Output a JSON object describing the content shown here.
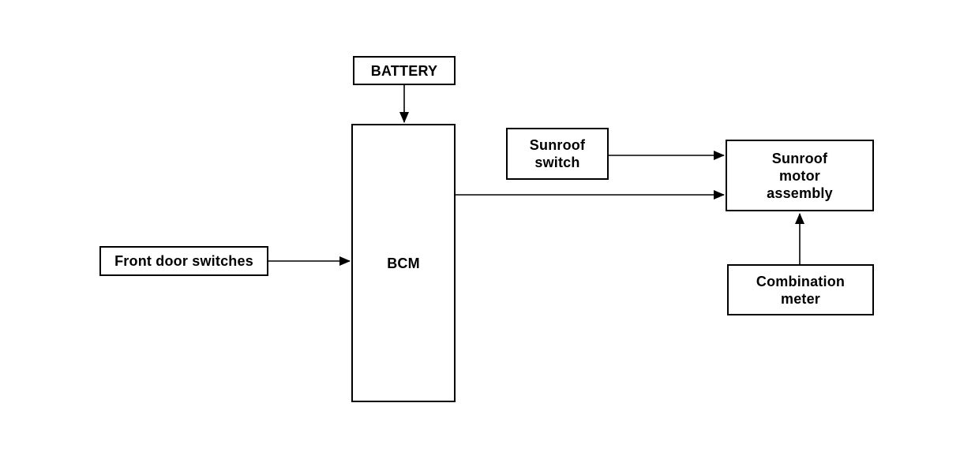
{
  "diagram": {
    "type": "block-diagram",
    "background_color": "#ffffff",
    "line_color": "#000000",
    "nodes": {
      "battery": {
        "label": "BATTERY"
      },
      "bcm": {
        "label": "BCM"
      },
      "sunroof_switch": {
        "label": "Sunroof\nswitch"
      },
      "sunroof_motor_assembly": {
        "label": "Sunroof\nmotor\nassembly"
      },
      "combination_meter": {
        "label": "Combination\nmeter"
      },
      "front_door_switches": {
        "label": "Front door switches"
      }
    },
    "edges": [
      {
        "from": "battery",
        "to": "bcm",
        "direction": "down",
        "arrowhead": "filled-triangle"
      },
      {
        "from": "front_door_switches",
        "to": "bcm",
        "direction": "right",
        "arrowhead": "filled-triangle"
      },
      {
        "from": "bcm",
        "to": "sunroof_motor_assembly",
        "direction": "right",
        "arrowhead": "filled-triangle"
      },
      {
        "from": "sunroof_switch",
        "to": "sunroof_motor_assembly",
        "direction": "right",
        "arrowhead": "filled-triangle"
      },
      {
        "from": "combination_meter",
        "to": "sunroof_motor_assembly",
        "direction": "up",
        "arrowhead": "filled-triangle"
      }
    ]
  }
}
